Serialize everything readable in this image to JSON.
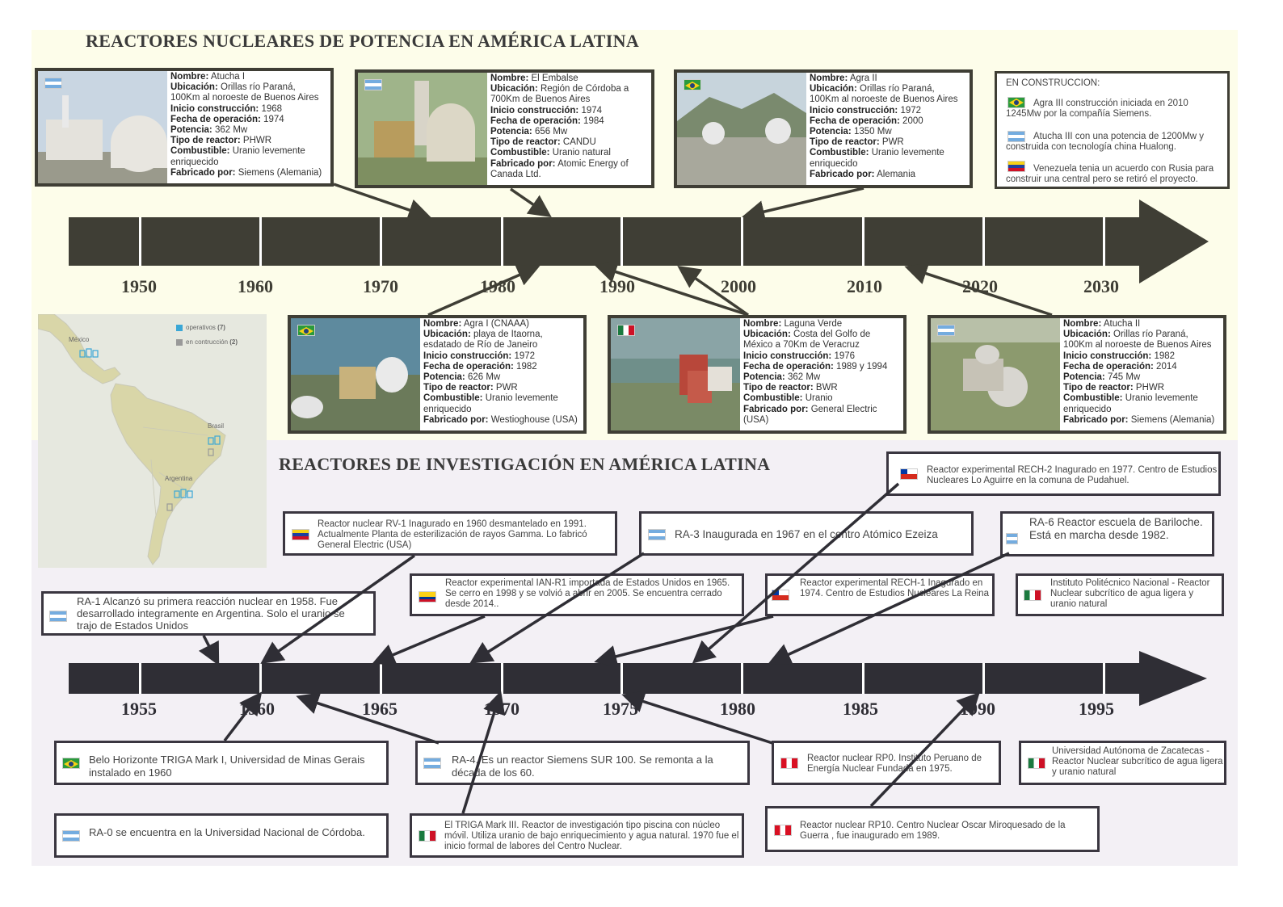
{
  "titles": {
    "power": "REACTORES NUCLEARES DE POTENCIA EN AMÉRICA LATINA",
    "research": "REACTORES  DE INVESTIGACIÓN EN AMÉRICA LATINA"
  },
  "power_years": [
    "1950",
    "1960",
    "1970",
    "1980",
    "1990",
    "2000",
    "2010",
    "2020",
    "2030"
  ],
  "research_years": [
    "1955",
    "1960",
    "1965",
    "1970",
    "1975",
    "1980",
    "1985",
    "1990",
    "1995"
  ],
  "labels": {
    "nombre": "Nombre:",
    "ubicacion": "Ubicación:",
    "inicio": "Inicio construcción:",
    "fecha": "Fecha de operación:",
    "potencia": "Potencia:",
    "tipo": "Tipo de reactor:",
    "combustible": "Combustible:",
    "fabricado": "Fabricado por:"
  },
  "power_cards": [
    {
      "nombre": "Atucha I",
      "ubicacion": "Orillas río Paraná, 100Km al noroeste de Buenos Aires",
      "inicio": "1968",
      "fecha": "1974",
      "potencia": "362 Mw",
      "tipo": "PHWR",
      "combustible": "Uranio levemente enriquecido",
      "fabricado": "Siemens (Alemania)"
    },
    {
      "nombre": "El Embalse",
      "ubicacion": "Región de Córdoba a 700Km de Buenos Aires",
      "inicio": "1974",
      "fecha": "1984",
      "potencia": "656 Mw",
      "tipo": "CANDU",
      "combustible": "Uranio natural",
      "fabricado": "Atomic Energy of Canada Ltd."
    },
    {
      "nombre": "Agra II",
      "ubicacion": "Orillas río Paraná, 100Km al noroeste de Buenos Aires",
      "inicio": "1972",
      "fecha": "2000",
      "potencia": "1350 Mw",
      "tipo": "PWR",
      "combustible": "Uranio levemente enriquecido",
      "fabricado": "Alemania"
    },
    {
      "nombre": "Agra I (CNAAA)",
      "ubicacion": "playa de Itaorna, esdatado de Río de Janeiro",
      "inicio": "1972",
      "fecha": "1982",
      "potencia": "626 Mw",
      "tipo": "PWR",
      "combustible": "Uranio levemente enriquecido",
      "fabricado": "Westioghouse (USA)"
    },
    {
      "nombre": "Laguna Verde",
      "ubicacion": "Costa del Golfo de México a 70Km de Veracruz",
      "inicio": "1976",
      "fecha": "1989 y 1994",
      "potencia": "362 Mw",
      "tipo": "BWR",
      "combustible": "Uranio",
      "fabricado": "General Electric (USA)"
    },
    {
      "nombre": "Atucha II",
      "ubicacion": "Orillas río Paraná, 100Km al noroeste de Buenos Aires",
      "inicio": "1982",
      "fecha": "2014",
      "potencia": "745 Mw",
      "tipo": "PHWR",
      "combustible": "Uranio levemente enriquecido",
      "fabricado": "Siemens (Alemania)"
    }
  ],
  "construccion": {
    "title": "EN CONSTRUCCION:",
    "items": [
      "Agra III construcción iniciada en 2010 1245Mw por la compañía Siemens.",
      "Atucha III con una potencia de  1200Mw y construida con tecnología china Hualong.",
      "Venezuela tenia un acuerdo con Rusia para construir una central pero se retiró el proyecto."
    ]
  },
  "map": {
    "legend_operativos": "operativos",
    "legend_operativos_count": "(7)",
    "legend_construccion": "en contrucción",
    "legend_construccion_count": "(2)",
    "mexico": "México",
    "brasil": "Brasil",
    "argentina": "Argentina"
  },
  "research_boxes": [
    "Reactor experimental RECH-2 Inagurado en 1977. Centro de Estudios Nucleares Lo Aguirre en la comuna de Pudahuel.",
    "Reactor nuclear RV-1 Inagurado en 1960 desmantelado en 1991. Actualmente Planta de esterilización de rayos Gamma. Lo fabricó General Electric (USA)",
    "RA-3 Inaugurada en 1967 en el centro Atómico Ezeiza",
    "RA-6 Reactor escuela de Bariloche. Está en marcha desde 1982.",
    "Reactor experimental IAN-R1 importada de Estados Unidos en 1965. Se cerro en 1998 y se volvió a abrir en 2005. Se encuentra cerrado desde 2014..",
    "Reactor experimental RECH-1 Inagurado en 1974. Centro de Estudios Nucleares La Reina",
    "Instituto Politécnico Nacional - Reactor Nuclear subcrítico de agua ligera y uranio natural",
    "RA-1 Alcanzó su primera reacción nuclear en 1958. Fue desarrollado integramente en Argentina. Solo el uranio se trajo de Estados Unidos",
    "Belo Horizonte TRIGA Mark I, Universidad de Minas Gerais instalado en 1960",
    "RA-4. Es un reactor Siemens SUR 100. Se remonta a la década de los 60.",
    "Reactor nuclear RP0. Instituto Peruano de Energía Nuclear Fundada en 1975.",
    "Universidad Autónoma de Zacatecas - Reactor Nuclear subcrítico de agua ligera y uranio natural",
    "RA-0 se encuentra en la Universidad Nacional de Córdoba.",
    "El TRIGA Mark III. Reactor de investigación tipo piscina con núcleo móvil. Utiliza uranio de bajo enriquecimiento y agua natural. 1970 fue el inicio formal de labores del Centro Nuclear.",
    "Reactor nuclear RP10. Centro Nuclear Oscar Miroquesado de la Guerra , fue inaugurado em 1989."
  ]
}
